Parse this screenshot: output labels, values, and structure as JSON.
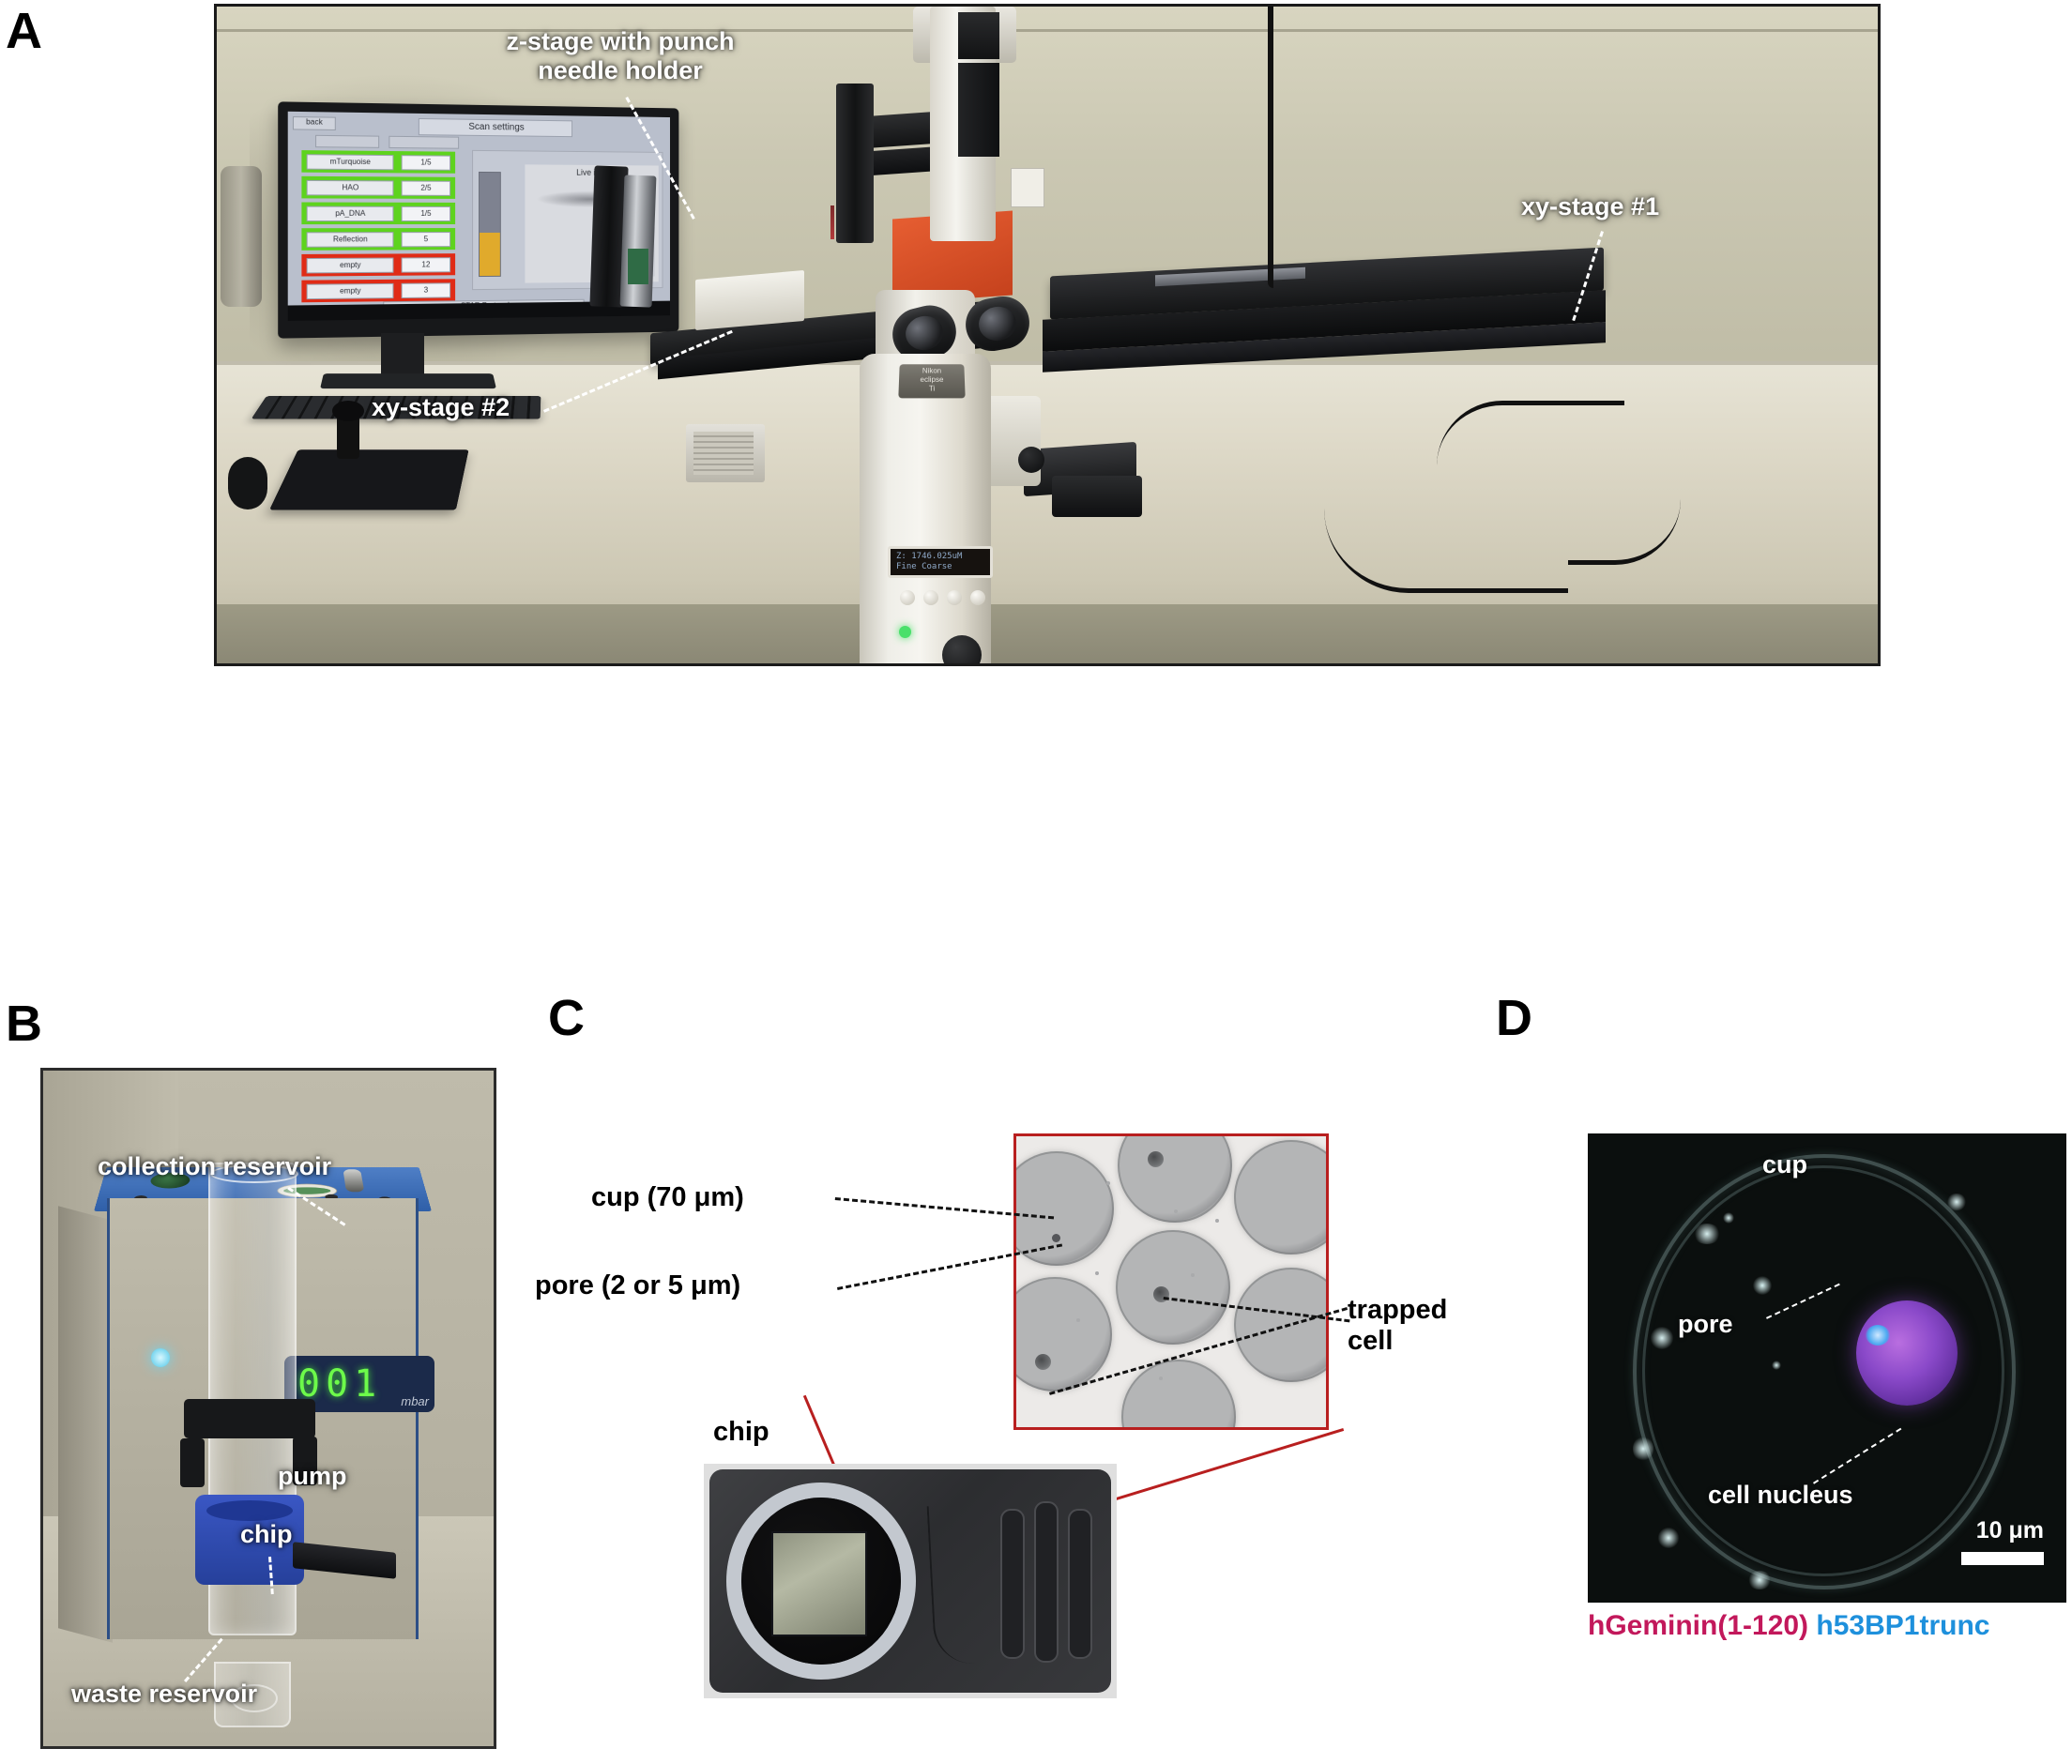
{
  "figure": {
    "panels": [
      "A",
      "B",
      "C",
      "D"
    ]
  },
  "panelA": {
    "letter": "A",
    "annotations": {
      "z_stage": "z-stage with punch\nneedle holder",
      "xy_stage_1": "xy-stage #1",
      "xy_stage_2": "xy-stage #2"
    },
    "monitor": {
      "title": "Scan settings",
      "back_label": "back",
      "live_image_label": "Live image",
      "bottom_button": "STAR Protocol",
      "rows": [
        {
          "name": "mTurquoise",
          "value": "1/5",
          "state": "ok"
        },
        {
          "name": "HAO",
          "value": "2/5",
          "state": "ok"
        },
        {
          "name": "pA_DNA",
          "value": "1/5",
          "state": "ok"
        },
        {
          "name": "Reflection",
          "value": "5",
          "state": "ok"
        },
        {
          "name": "empty",
          "value": "12",
          "state": "empty"
        },
        {
          "name": "empty",
          "value": "3",
          "state": "empty"
        }
      ],
      "state_colors": {
        "ok": "#5ed31e",
        "empty": "#e02b16"
      }
    },
    "microscope": {
      "brand_line1": "Nikon",
      "brand_line2": "eclipse",
      "brand_line3": "Ti",
      "lcd_line1": "Z: 1746.025uM",
      "lcd_line2": "Fine Coarse"
    }
  },
  "panelB": {
    "letter": "B",
    "annotations": {
      "collection_reservoir": "collection reservoir",
      "pump": "pump",
      "chip": "chip",
      "waste_reservoir": "waste reservoir"
    },
    "pump_display": {
      "value": "001",
      "unit": "mbar"
    }
  },
  "panelC": {
    "letter": "C",
    "annotations": {
      "cup": "cup (70 μm)",
      "pore": "pore (2 or 5 μm)",
      "trapped_cell": "trapped\ncell",
      "chip": "chip"
    },
    "inset_border_color": "#b81f1f"
  },
  "panelD": {
    "letter": "D",
    "annotations": {
      "cup": "cup",
      "pore": "pore",
      "cell_nucleus": "cell nucleus"
    },
    "scale_bar": {
      "label": "10 μm"
    },
    "caption": {
      "marker_1": "hGeminin(1-120)",
      "marker_1_color": "#c2185b",
      "marker_2": "h53BP1trunc",
      "marker_2_color": "#1e90dc"
    }
  }
}
